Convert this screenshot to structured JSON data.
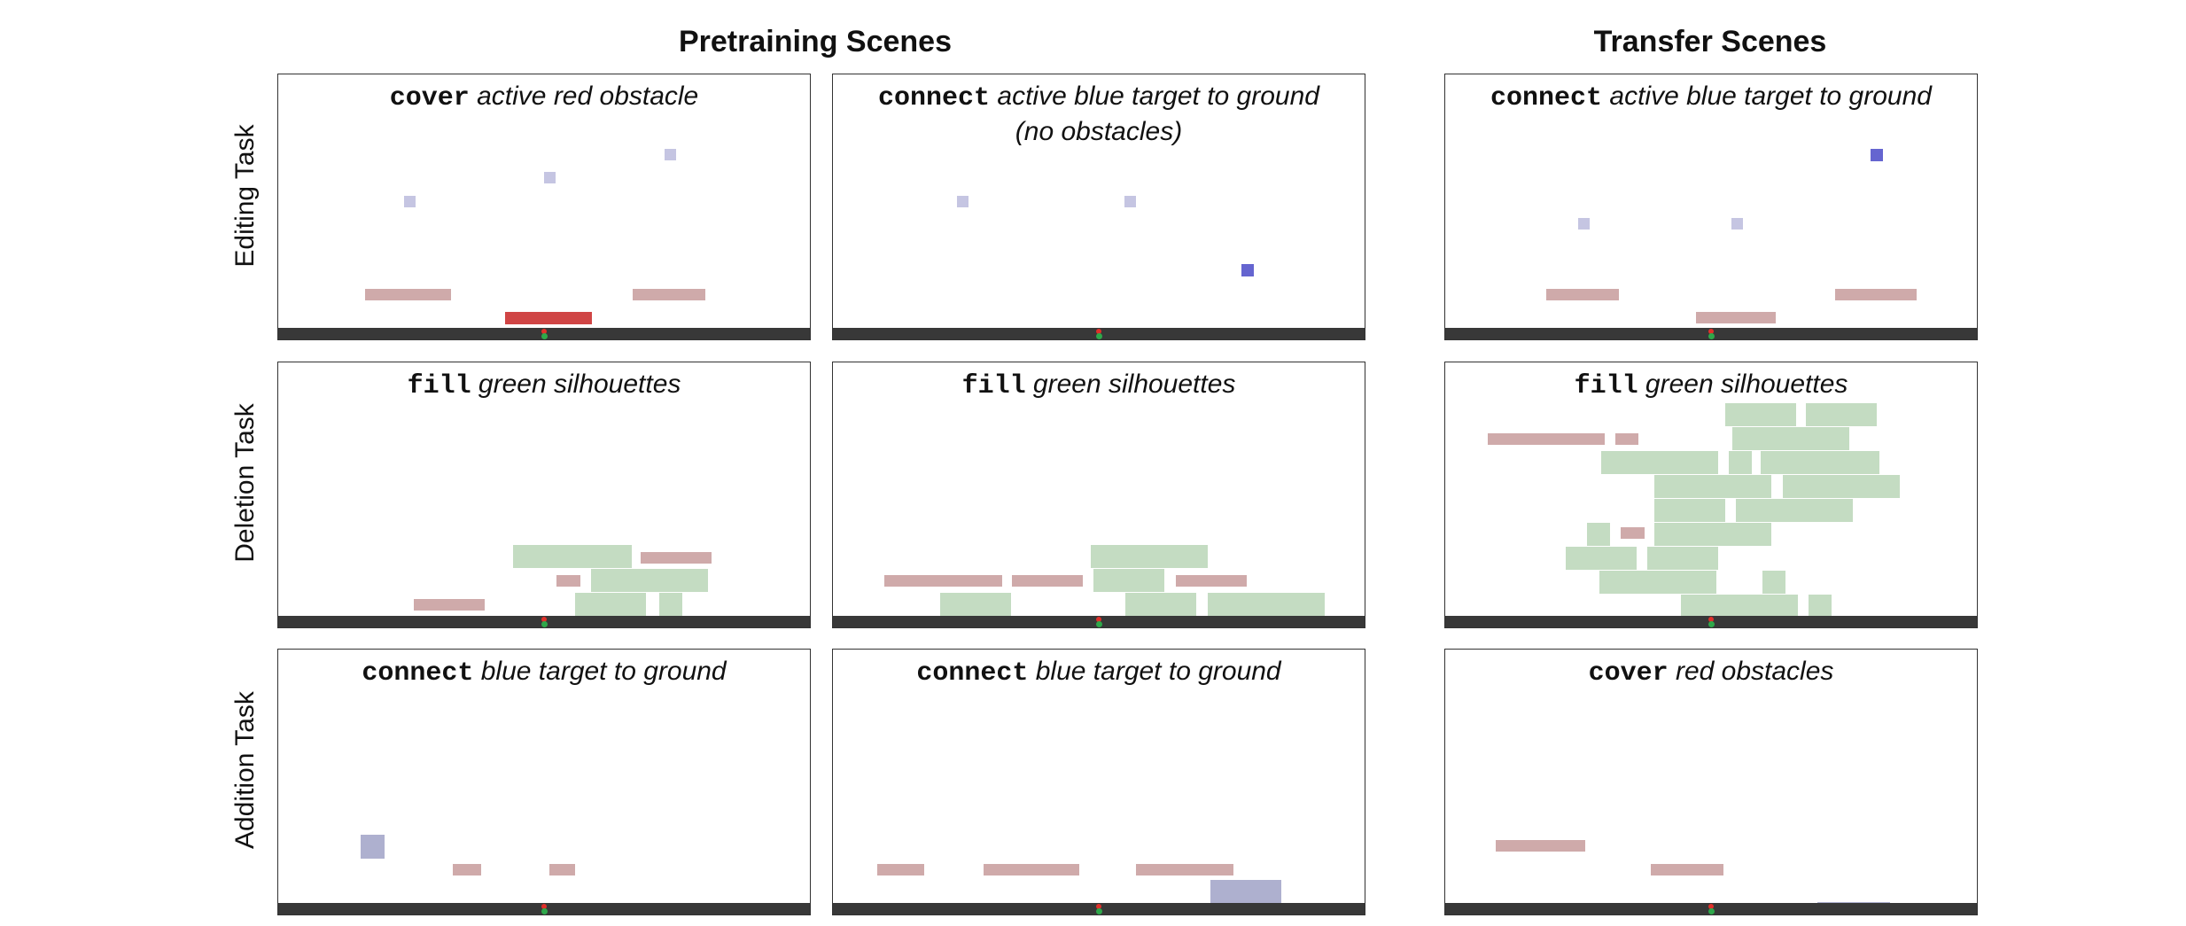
{
  "headings": {
    "pretraining": "Pretraining Scenes",
    "transfer": "Transfer Scenes"
  },
  "row_labels": [
    "Editing Task",
    "Deletion Task",
    "Addition Task"
  ],
  "colors": {
    "ground": "#383838",
    "faded_red": "#cfaaaa",
    "active_red": "#d04545",
    "faded_blue": "#c5c5e2",
    "active_blue": "#6565d0",
    "grey_blue": "#aeb0cf",
    "green": "#c4dcc2",
    "ball_green": "#2ea84a",
    "ball_red": "#e0302a"
  },
  "panels": [
    {
      "id": "p00",
      "verb": "cover",
      "text": "active red obstacle",
      "line2": ""
    },
    {
      "id": "p01",
      "verb": "connect",
      "text": "active blue target to ground",
      "line2": "(no obstacles)"
    },
    {
      "id": "p02",
      "verb": "connect",
      "text": "active blue target to ground",
      "line2": ""
    },
    {
      "id": "p10",
      "verb": "fill",
      "text": "green silhouettes",
      "line2": ""
    },
    {
      "id": "p11",
      "verb": "fill",
      "text": "green silhouettes",
      "line2": ""
    },
    {
      "id": "p12",
      "verb": "fill",
      "text": "green silhouettes",
      "line2": ""
    },
    {
      "id": "p20",
      "verb": "connect",
      "text": "blue target to ground",
      "line2": ""
    },
    {
      "id": "p21",
      "verb": "connect",
      "text": "blue target to ground",
      "line2": ""
    },
    {
      "id": "p22",
      "verb": "cover",
      "text": "red obstacles",
      "line2": ""
    }
  ]
}
